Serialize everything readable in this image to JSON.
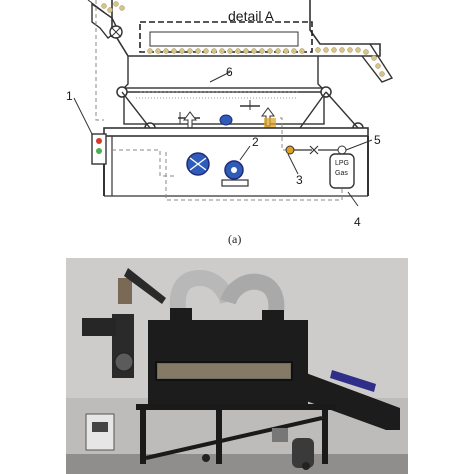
{
  "figure": {
    "detail_label": "detail A",
    "part_numbers": [
      "1",
      "2",
      "3",
      "4",
      "5",
      "6"
    ],
    "gas_tank_text": [
      "LPG",
      "Gas"
    ],
    "caption_a": "(a)"
  },
  "colors": {
    "line": "#333333",
    "accent_blue": "#2e5cb8",
    "dark_blue": "#1f2b7a",
    "grain": "#d6c58a",
    "green_light": "#4caf50",
    "red_light": "#d83a2a",
    "flame": "#e0a020",
    "photo_wall": "#cfcfcf",
    "machine_black": "#1c1c1c",
    "duct_silver": "#b8b8b8"
  }
}
